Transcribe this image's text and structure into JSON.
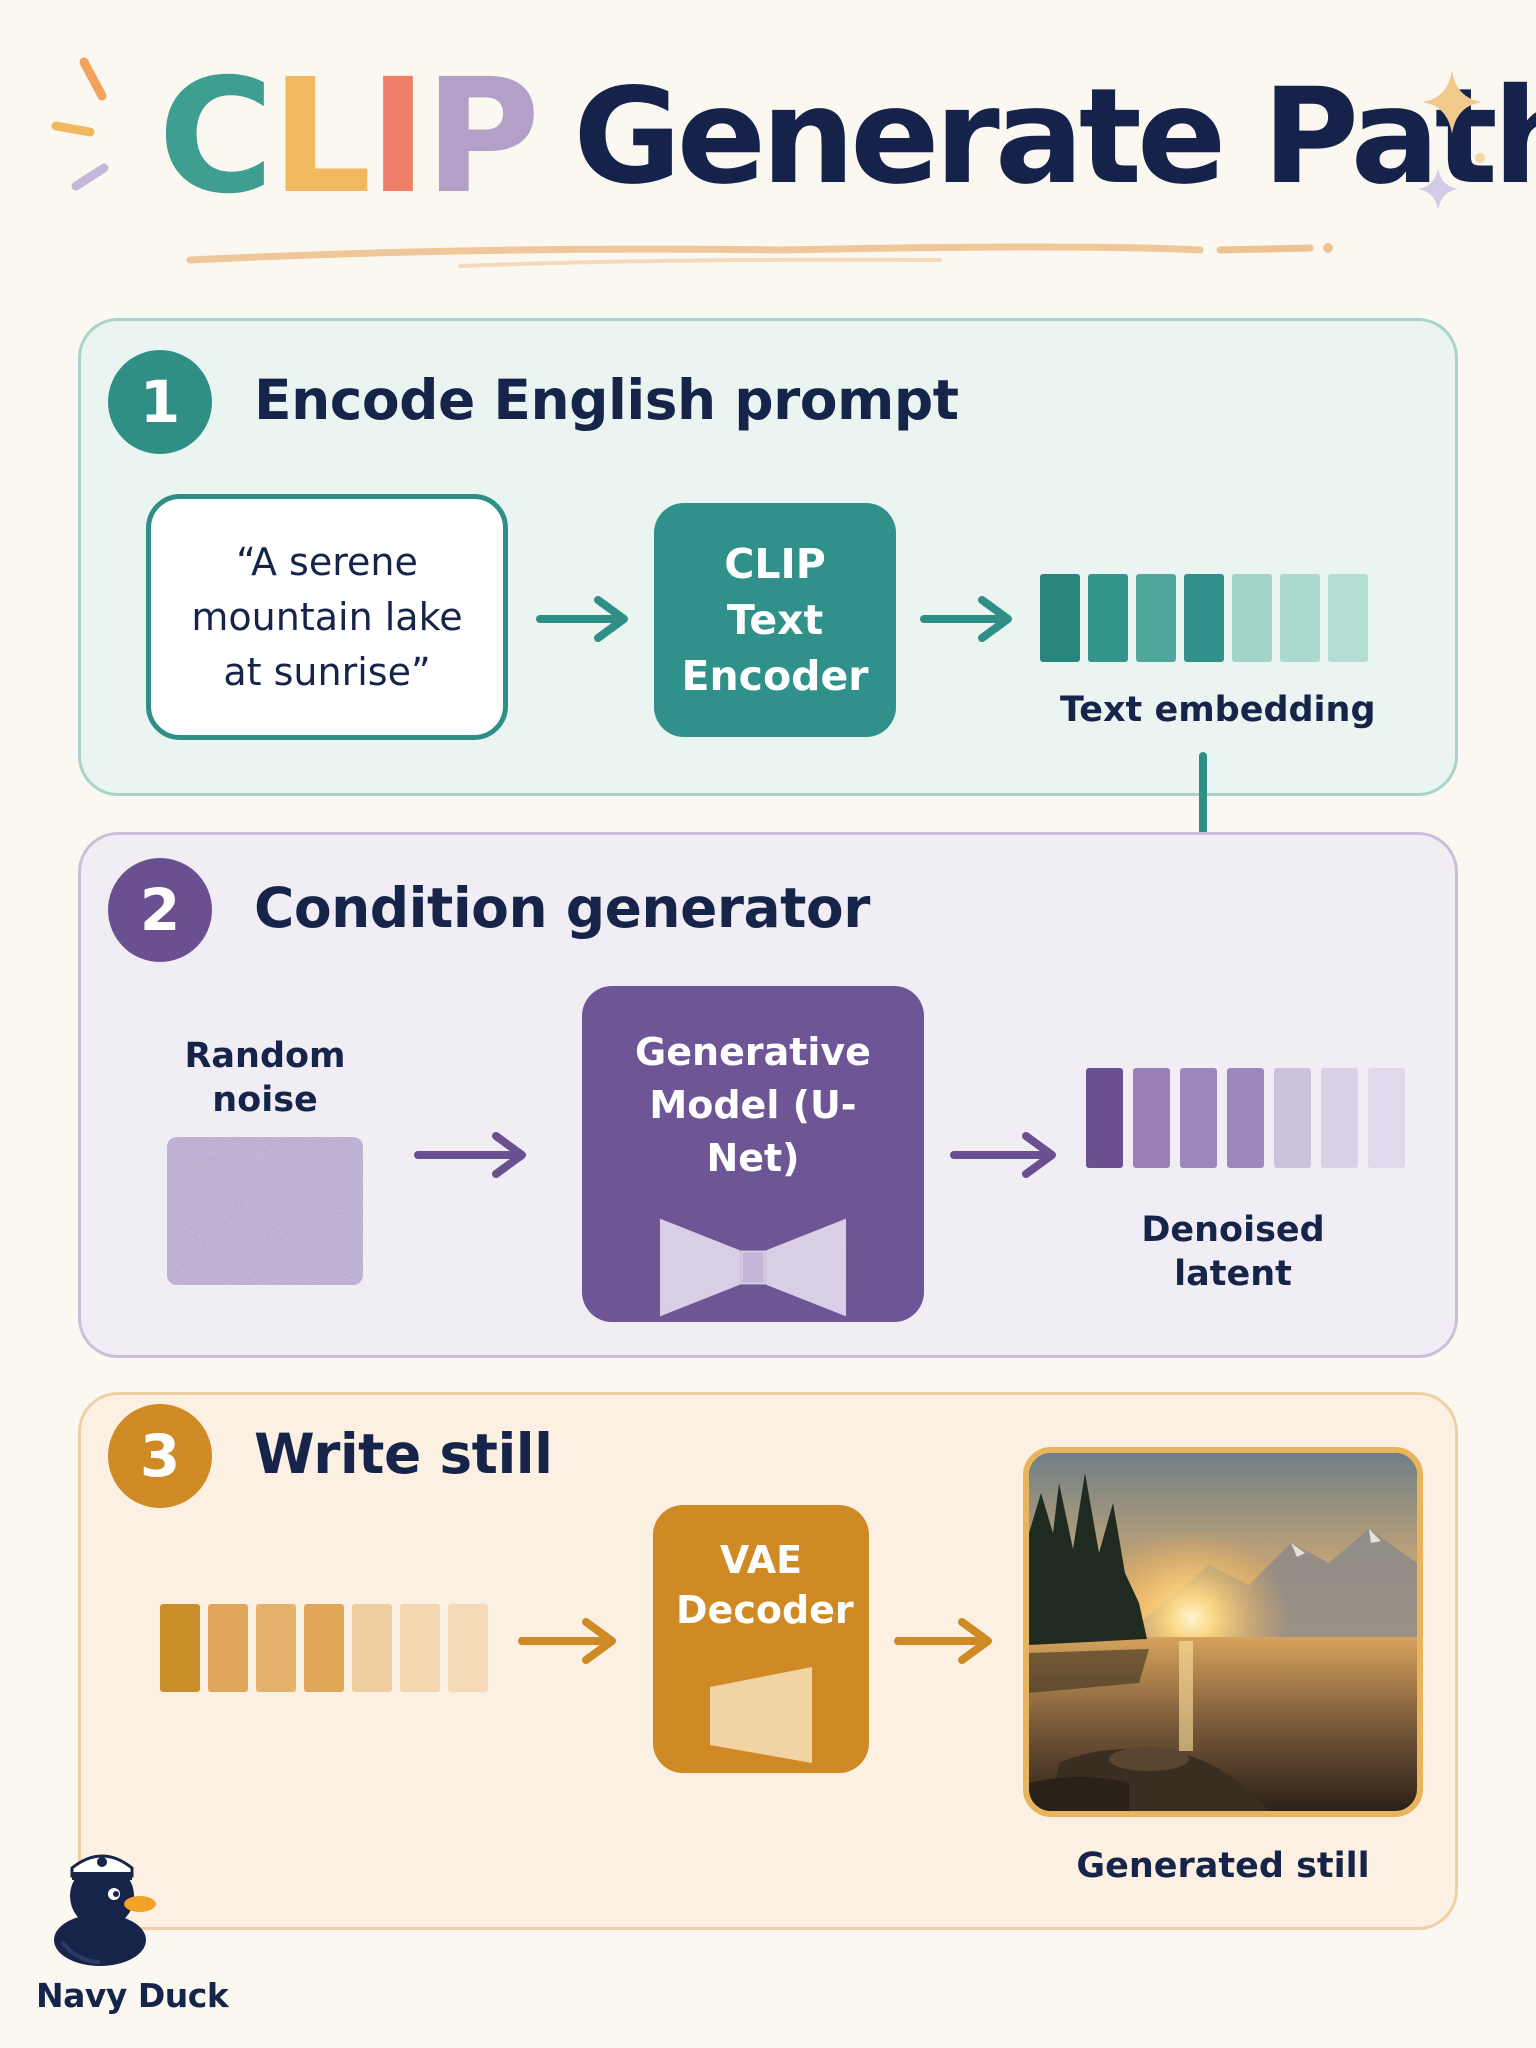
{
  "title": {
    "clip_letters": [
      {
        "char": "C",
        "color": "#3e9e92"
      },
      {
        "char": "L",
        "color": "#f1b95f"
      },
      {
        "char": "I",
        "color": "#ef7f68"
      },
      {
        "char": "P",
        "color": "#b3a0c8"
      }
    ],
    "rest": "Generate Path"
  },
  "sections": [
    {
      "number": "1",
      "heading": "Encode English prompt",
      "color": "#2f8f87",
      "prompt": "“A serene mountain lake at sunrise”",
      "model": "CLIP Text Encoder",
      "output_label": "Text embedding"
    },
    {
      "number": "2",
      "heading": "Condition generator",
      "color": "#6a5091",
      "input_label": "Random noise",
      "model": "Generative Model (U-Net)",
      "output_label": "Denoised latent"
    },
    {
      "number": "3",
      "heading": "Write still",
      "color": "#cf8a26",
      "model": "VAE Decoder",
      "output_label": "Generated still"
    }
  ],
  "bar_colors": {
    "embedding": [
      "#27857c",
      "#32958b",
      "#4ea69c",
      "#2f9189",
      "#a2d3c9",
      "#aad9cf",
      "#b4ddd4"
    ],
    "latent": [
      "#6a5091",
      "#9880b6",
      "#9c86ba",
      "#9d87bb",
      "#cdc2dd",
      "#dad1e6",
      "#e0d9eb"
    ],
    "decoder_input": [
      "#cd8f2c",
      "#dfa659",
      "#e4b26d",
      "#e0a759",
      "#efcd9e",
      "#f3d8b1",
      "#f4dbb8"
    ]
  },
  "brand": "Navy Duck"
}
